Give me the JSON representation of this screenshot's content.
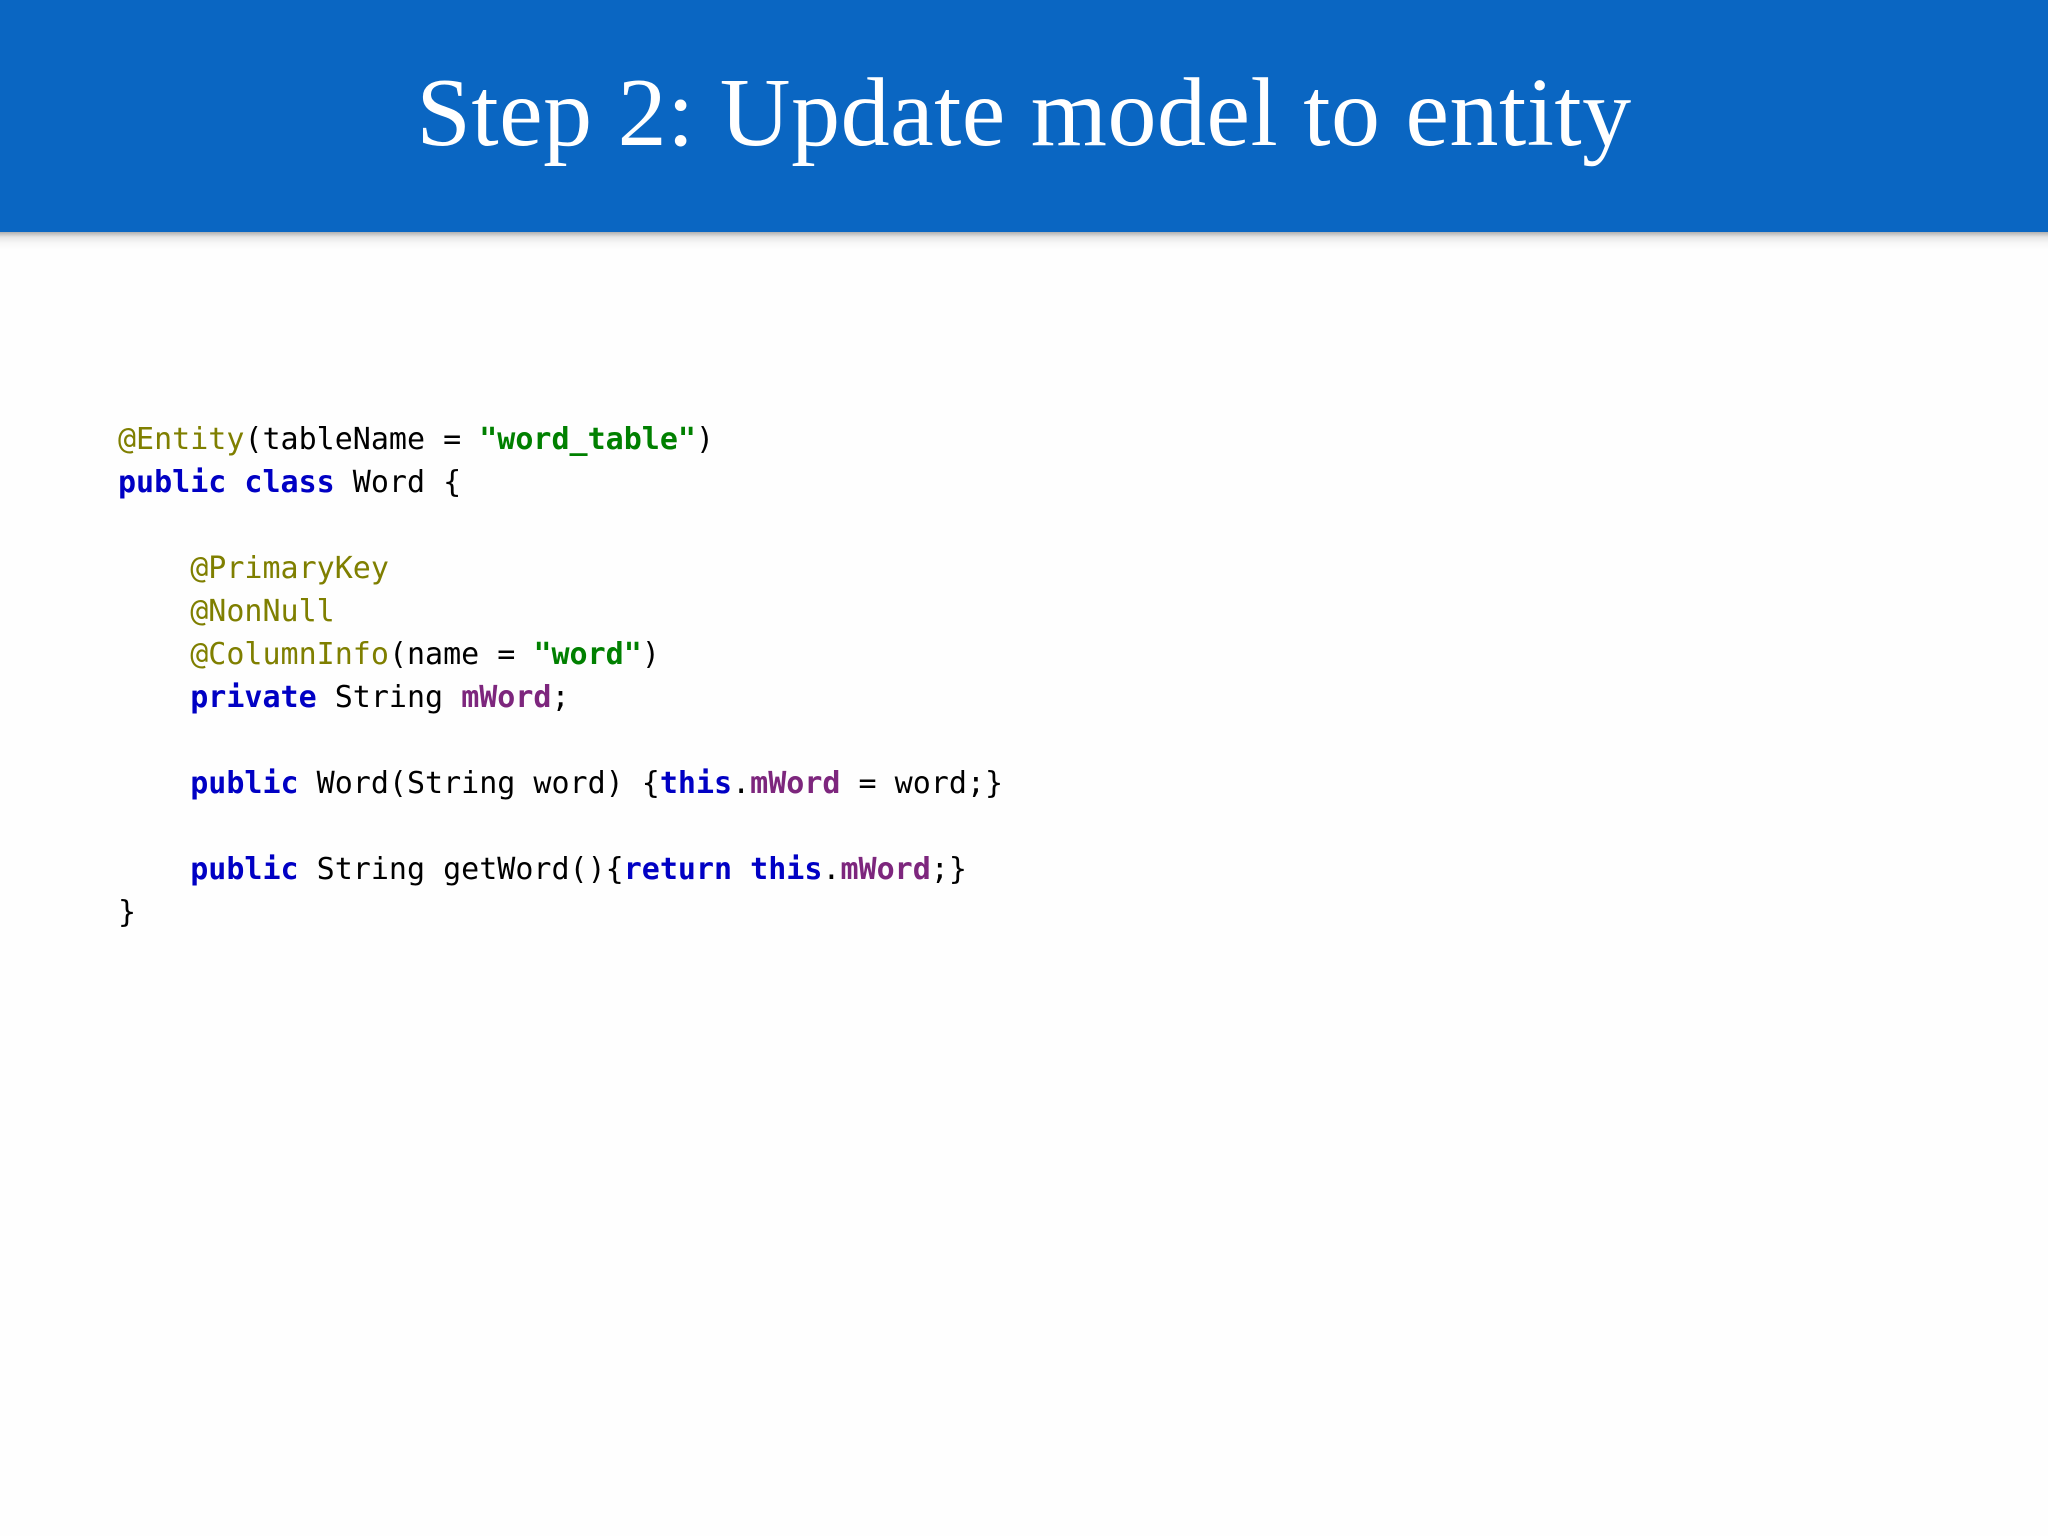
{
  "slide": {
    "title": "Step 2: Update model to entity",
    "header_color": "#0a66c2",
    "title_color": "#ffffff",
    "background_color": "#fefefe"
  },
  "syntax_colors": {
    "annotation": "#7f7f00",
    "keyword": "#0000c4",
    "string": "#008000",
    "field": "#7d267d",
    "plain": "#000000"
  },
  "code": {
    "language": "java",
    "lines": [
      {
        "index": 0,
        "text": "@Entity(tableName = \"word_table\")",
        "tokens": [
          {
            "t": "@Entity",
            "k": "anno"
          },
          {
            "t": "(tableName = ",
            "k": "plain"
          },
          {
            "t": "\"word_table\"",
            "k": "str"
          },
          {
            "t": ")",
            "k": "plain"
          }
        ]
      },
      {
        "index": 1,
        "text": "public class Word {",
        "tokens": [
          {
            "t": "public class",
            "k": "kw"
          },
          {
            "t": " Word {",
            "k": "plain"
          }
        ]
      },
      {
        "index": 2,
        "text": "",
        "tokens": []
      },
      {
        "index": 3,
        "text": "    @PrimaryKey",
        "tokens": [
          {
            "t": "    ",
            "k": "plain"
          },
          {
            "t": "@PrimaryKey",
            "k": "anno"
          }
        ]
      },
      {
        "index": 4,
        "text": "    @NonNull",
        "tokens": [
          {
            "t": "    ",
            "k": "plain"
          },
          {
            "t": "@NonNull",
            "k": "anno"
          }
        ]
      },
      {
        "index": 5,
        "text": "    @ColumnInfo(name = \"word\")",
        "tokens": [
          {
            "t": "    ",
            "k": "plain"
          },
          {
            "t": "@ColumnInfo",
            "k": "anno"
          },
          {
            "t": "(name = ",
            "k": "plain"
          },
          {
            "t": "\"word\"",
            "k": "str"
          },
          {
            "t": ")",
            "k": "plain"
          }
        ]
      },
      {
        "index": 6,
        "text": "    private String mWord;",
        "tokens": [
          {
            "t": "    ",
            "k": "plain"
          },
          {
            "t": "private",
            "k": "kw"
          },
          {
            "t": " String ",
            "k": "plain"
          },
          {
            "t": "mWord",
            "k": "field"
          },
          {
            "t": ";",
            "k": "plain"
          }
        ]
      },
      {
        "index": 7,
        "text": "",
        "tokens": []
      },
      {
        "index": 8,
        "text": "    public Word(String word) {this.mWord = word;}",
        "tokens": [
          {
            "t": "    ",
            "k": "plain"
          },
          {
            "t": "public",
            "k": "kw"
          },
          {
            "t": " Word(String word) {",
            "k": "plain"
          },
          {
            "t": "this",
            "k": "kw"
          },
          {
            "t": ".",
            "k": "plain"
          },
          {
            "t": "mWord",
            "k": "field"
          },
          {
            "t": " = word;}",
            "k": "plain"
          }
        ]
      },
      {
        "index": 9,
        "text": "",
        "tokens": []
      },
      {
        "index": 10,
        "text": "    public String getWord(){return this.mWord;}",
        "tokens": [
          {
            "t": "    ",
            "k": "plain"
          },
          {
            "t": "public",
            "k": "kw"
          },
          {
            "t": " String getWord(){",
            "k": "plain"
          },
          {
            "t": "return this",
            "k": "kw"
          },
          {
            "t": ".",
            "k": "plain"
          },
          {
            "t": "mWord",
            "k": "field"
          },
          {
            "t": ";}",
            "k": "plain"
          }
        ]
      },
      {
        "index": 11,
        "text": "}",
        "tokens": [
          {
            "t": "}",
            "k": "plain"
          }
        ]
      }
    ]
  }
}
